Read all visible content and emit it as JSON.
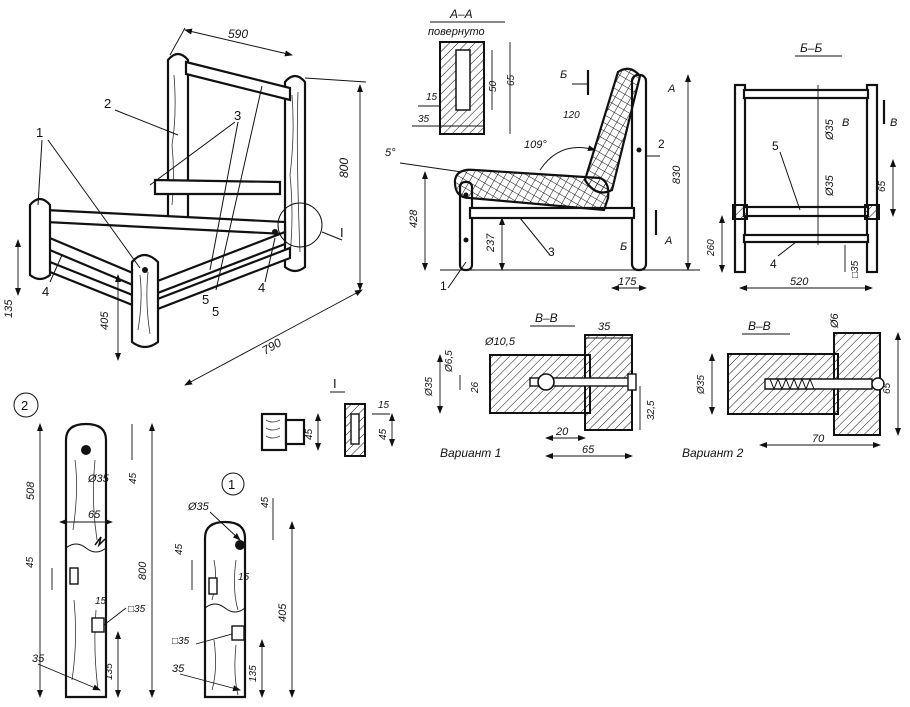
{
  "colors": {
    "ink": "#111111",
    "paper": "#ffffff"
  },
  "iso": {
    "callouts": [
      "1",
      "2",
      "3",
      "4",
      "5",
      "4",
      "5"
    ],
    "detail_mark": "I",
    "dims": {
      "width": "590",
      "height": "800",
      "depth": "790",
      "front_height": "405",
      "rail_height": "135"
    }
  },
  "section_aa": {
    "title": "A–A",
    "subtitle": "повернуто",
    "dims": [
      "50",
      "65",
      "15",
      "35"
    ]
  },
  "side_view": {
    "labels": {
      "b": "Б",
      "b2": "Б",
      "a": "A",
      "a2": "A",
      "part2": "2",
      "part3": "3",
      "part1": "1"
    },
    "dims": {
      "r120": "120",
      "angle109": "109°",
      "angle5": "5°",
      "h428": "428",
      "h237": "237",
      "h830": "830",
      "w175": "175"
    }
  },
  "section_bb": {
    "title": "Б–Б",
    "labels": {
      "v": "В",
      "v2": "В",
      "part5": "5",
      "part4": "4"
    },
    "dims": {
      "d35a": "Ø35",
      "d35b": "Ø35",
      "h65": "65",
      "h260": "260",
      "sq35": "□35",
      "w520": "520"
    }
  },
  "variant1": {
    "title": "В–В",
    "caption": "Вариант 1",
    "dims": {
      "d10_5": "Ø10,5",
      "d6_5": "Ø6,5",
      "d35": "Ø35",
      "h26": "26",
      "w35": "35",
      "h32_5": "32,5",
      "w20": "20",
      "w65": "65"
    }
  },
  "variant2": {
    "title": "В–В",
    "caption": "Вариант 2",
    "dims": {
      "d6": "Ø6",
      "d35": "Ø35",
      "h65": "65",
      "w70": "70"
    }
  },
  "detail_i": {
    "mark": "I",
    "dims": {
      "h45a": "45",
      "h15": "15",
      "h45b": "45"
    }
  },
  "part2_drawing": {
    "mark": "2",
    "dims": {
      "h508": "508",
      "d35": "Ø35",
      "h45": "45",
      "w65": "65",
      "h800": "800",
      "h45b": "45",
      "w15": "15",
      "sq35": "□35",
      "w35": "35",
      "h135": "135"
    }
  },
  "part1_drawing": {
    "mark": "1",
    "dims": {
      "d35": "Ø35",
      "h45": "45",
      "h45b": "45",
      "w15": "15",
      "h405": "405",
      "sq35": "□35",
      "w35": "35",
      "h135": "135"
    }
  }
}
